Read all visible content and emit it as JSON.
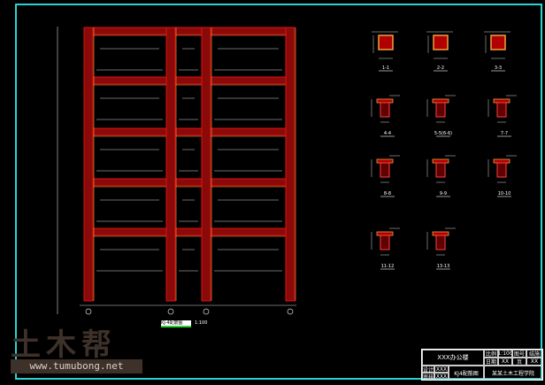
{
  "colors": {
    "frame": "#e01010",
    "frame_fill": "#8a0a0a",
    "orange": "#f0a040",
    "border": "#29d3d3",
    "dim": "#d8d8d8",
    "bg": "#000000"
  },
  "drawing": {
    "elevation_caption": "KJ-4配筋图",
    "scale": "1:100",
    "sections": [
      "1-1",
      "2-2",
      "3-3",
      "4-4",
      "5-5(6-6)",
      "7-7",
      "8-8",
      "9-9",
      "10-10",
      "11-12",
      "13-13"
    ]
  },
  "title_block": {
    "project": "XXX办公楼",
    "drawing_name": "KJ4配筋图",
    "institution": "某某土木工程学院",
    "row_labels": [
      "设计",
      "审核"
    ],
    "row_values": [
      "XXX",
      "XXX"
    ],
    "meta": [
      "比例",
      "1:100",
      "图号",
      "结施",
      "日期",
      "XX",
      "页",
      "XX"
    ]
  },
  "watermark": {
    "logo": "土木帮",
    "url": "www.tumubong.net"
  }
}
